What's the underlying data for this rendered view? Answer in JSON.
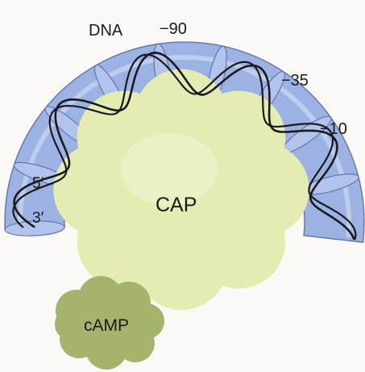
{
  "labels": {
    "dna": "DNA",
    "pos_minus_90": "−90",
    "pos_minus_35": "−35",
    "pos_minus_10": "−10",
    "five_prime": "5′",
    "three_prime": "3′",
    "cap": "CAP",
    "camp": "cAMP"
  },
  "colors": {
    "dna_fill": "#9cb2e3",
    "dna_stroke": "#5d6fa8",
    "cap_fill": "#e4ecb2",
    "camp_fill": "#a4b46c",
    "strand": "#1a1a1a",
    "background": "#faf9f6"
  }
}
